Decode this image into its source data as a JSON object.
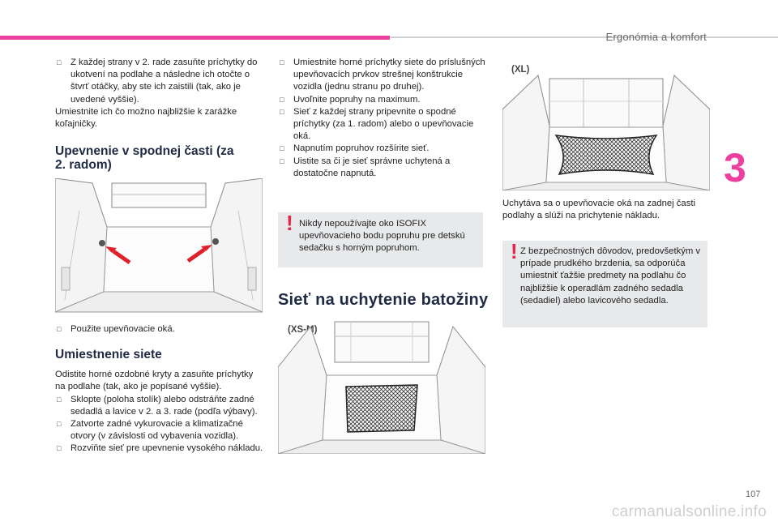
{
  "header": {
    "section": "Ergonómia a komfort",
    "chapter": "3",
    "page": "107"
  },
  "watermark": "carmanualsonline.info",
  "col1": {
    "bullet1": "Z každej strany v 2. rade zasuňte príchytky do ukotvení na podlahe a následne ich otočte o štvrť otáčky, aby ste ich zaistili (tak, ako je uvedené vyššie).",
    "para1": "Umiestnite ich čo možno najbližšie k zarážke koľajničky.",
    "heading1": "Upevnenie v spodnej časti (za 2. radom)",
    "bullet2": "Použite upevňovacie oká.",
    "heading2": "Umiestnenie siete",
    "para2": "Odistite horné ozdobné kryty a zasuňte príchytky na podlahe (tak, ako je popísané vyššie).",
    "bullet3": "Sklopte (poloha stolík) alebo odstráňte zadné sedadlá a lavice v 2. a 3. rade (podľa výbavy).",
    "bullet4": "Zatvorte zadné vykurovacie a klimatizačné otvory (v závislosti od vybavenia vozidla).",
    "bullet5": "Rozviňte sieť pre upevnenie vysokého nákladu."
  },
  "col2": {
    "bullet1": "Umiestnite horné príchytky siete do príslušných upevňovacích prvkov strešnej konštrukcie vozidla (jednu stranu po druhej).",
    "bullet2": "Uvoľnite popruhy na maximum.",
    "bullet3": "Sieť z každej strany pripevnite o spodné príchytky (za 1. radom) alebo o upevňovacie oká.",
    "bullet4": "Napnutím popruhov rozšírite sieť.",
    "bullet5": "Uistite sa či je sieť správne uchytená a dostatočne napnutá.",
    "warning": "Nikdy nepoužívajte oko ISOFIX upevňovacieho bodu popruhu pre detskú sedačku s horným popruhom.",
    "heading": "Sieť na uchytenie batožiny",
    "fig_label": "(XS-M)"
  },
  "col3": {
    "fig_label": "(XL)",
    "para": "Uchytáva sa o upevňovacie oká na zadnej časti podlahy a slúži na prichytenie nákladu.",
    "warning": "Z bezpečnostných dôvodov, predovšetkým v prípade prudkého brzdenia, sa odporúča umiestniť ťažšie predmety na podlahu čo najbližšie k operadlám zadného sedadla (sedadiel) alebo lavicového sedadla."
  },
  "icons": {
    "bullet": "check-box-icon",
    "warning": "exclamation-icon",
    "arrow": "red-arrow-icon"
  },
  "colors": {
    "accent": "#ec3fa0",
    "warning_red": "#e5254a",
    "warning_bg": "#e8e9eb",
    "heading": "#1f2a44"
  }
}
